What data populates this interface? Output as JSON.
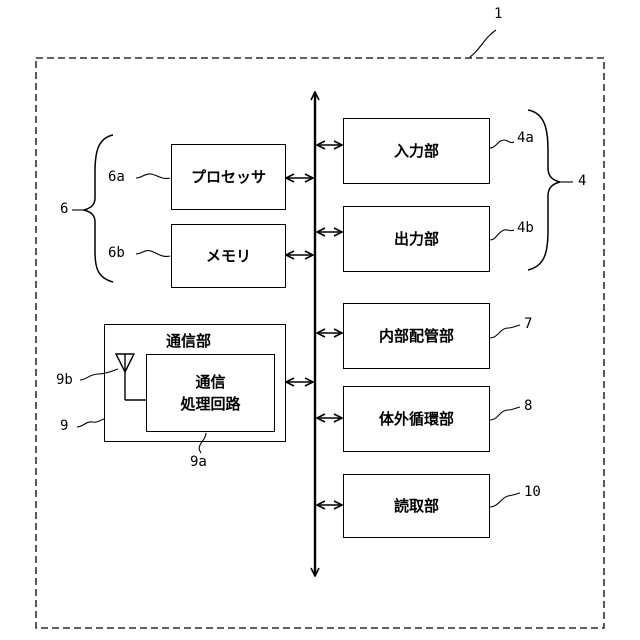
{
  "labels": {
    "device_ref": "1",
    "input_ref": "4a",
    "output_ref": "4b",
    "io_group_ref": "4",
    "processor_ref": "6a",
    "memory_ref": "6b",
    "control_group_ref": "6",
    "piping_ref": "7",
    "circulation_ref": "8",
    "reader_ref": "10",
    "comm_ref": "9",
    "antenna_ref": "9b",
    "comm_circuit_ref": "9a"
  },
  "blocks": {
    "input": "入力部",
    "output": "出力部",
    "processor": "プロセッサ",
    "memory": "メモリ",
    "piping": "内部配管部",
    "circulation": "体外循環部",
    "reader": "読取部",
    "comm_unit": "通信部",
    "comm_circuit_line1": "通信",
    "comm_circuit_line2": "処理回路"
  }
}
